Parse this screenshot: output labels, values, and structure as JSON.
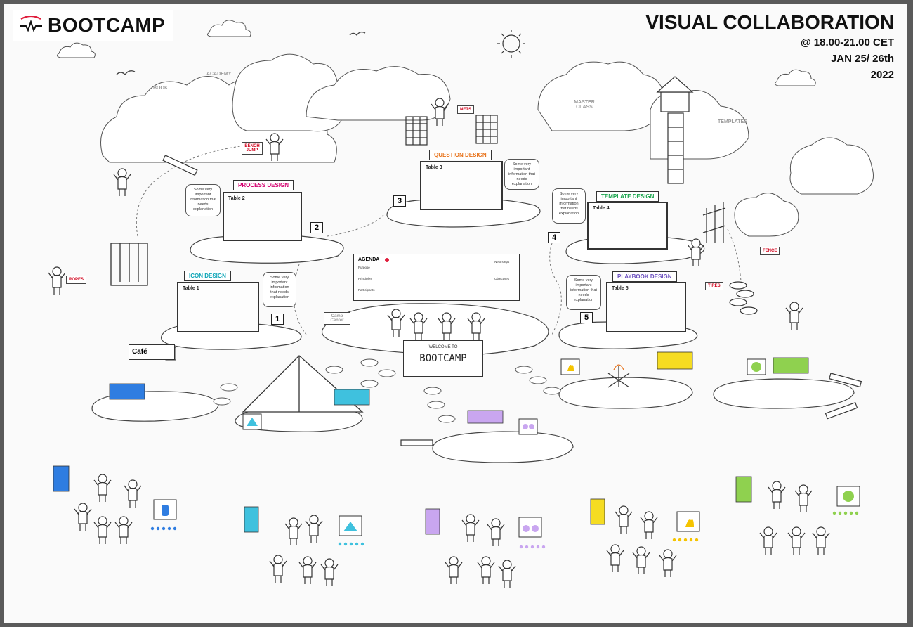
{
  "brand": {
    "name": "BOOTCAMP"
  },
  "header": {
    "title": "VISUAL COLLABORATION",
    "time": "@ 18.00-21.00 CET",
    "date": "JAN 25/ 26th",
    "year": "2022"
  },
  "tables": [
    {
      "tag": "PROCESS DESIGN",
      "label": "Table 2",
      "number": "2",
      "color": "#d4006f"
    },
    {
      "tag": "QUESTION DESIGN",
      "label": "Table 3",
      "number": "3",
      "color": "#e8731b"
    },
    {
      "tag": "TEMPLATE DESIGN",
      "label": "Table 4",
      "number": "4",
      "color": "#16a34a"
    },
    {
      "tag": "ICON DESIGN",
      "label": "Table 1",
      "number": "1",
      "color": "#0ea5b7"
    },
    {
      "tag": "PLAYBOOK DESIGN",
      "label": "Table 5",
      "number": "5",
      "color": "#6b4fbf"
    }
  ],
  "bubble_text": "Some very important information that needs explanation",
  "signs": {
    "nets": "NETS",
    "bench_jump": "BENCH JUMP",
    "ropes": "ROPES",
    "tires": "TIRES",
    "fence": "FENCE",
    "camp_center": "Camp Center",
    "cafe": "Café",
    "welcome_small": "WELCOME TO",
    "welcome_big": "BOOTCAMP"
  },
  "areas": {
    "academy": "ACADEMY",
    "book": "BOOK",
    "master_class": "MASTER CLASS",
    "templates": "TEMPLATES"
  },
  "agenda": {
    "title": "AGENDA",
    "items": [
      "Purpose",
      "Principles",
      "Participants",
      "Next steps",
      "Objectives"
    ]
  },
  "colors": {
    "accent_red": "#e01e3c",
    "insight_blue": "#2f7de1",
    "insight_cyan": "#3fc1de",
    "insight_purple": "#c9a6f0",
    "insight_yellow": "#f5dc22",
    "insight_green": "#8fd14f"
  },
  "icons": [
    "bootcamp-logo-icon",
    "water-bottle-icon",
    "tent-icon",
    "binoculars-icon",
    "campfire-icon",
    "compass-icon",
    "sun-icon",
    "cloud-icon",
    "bird-icon"
  ]
}
